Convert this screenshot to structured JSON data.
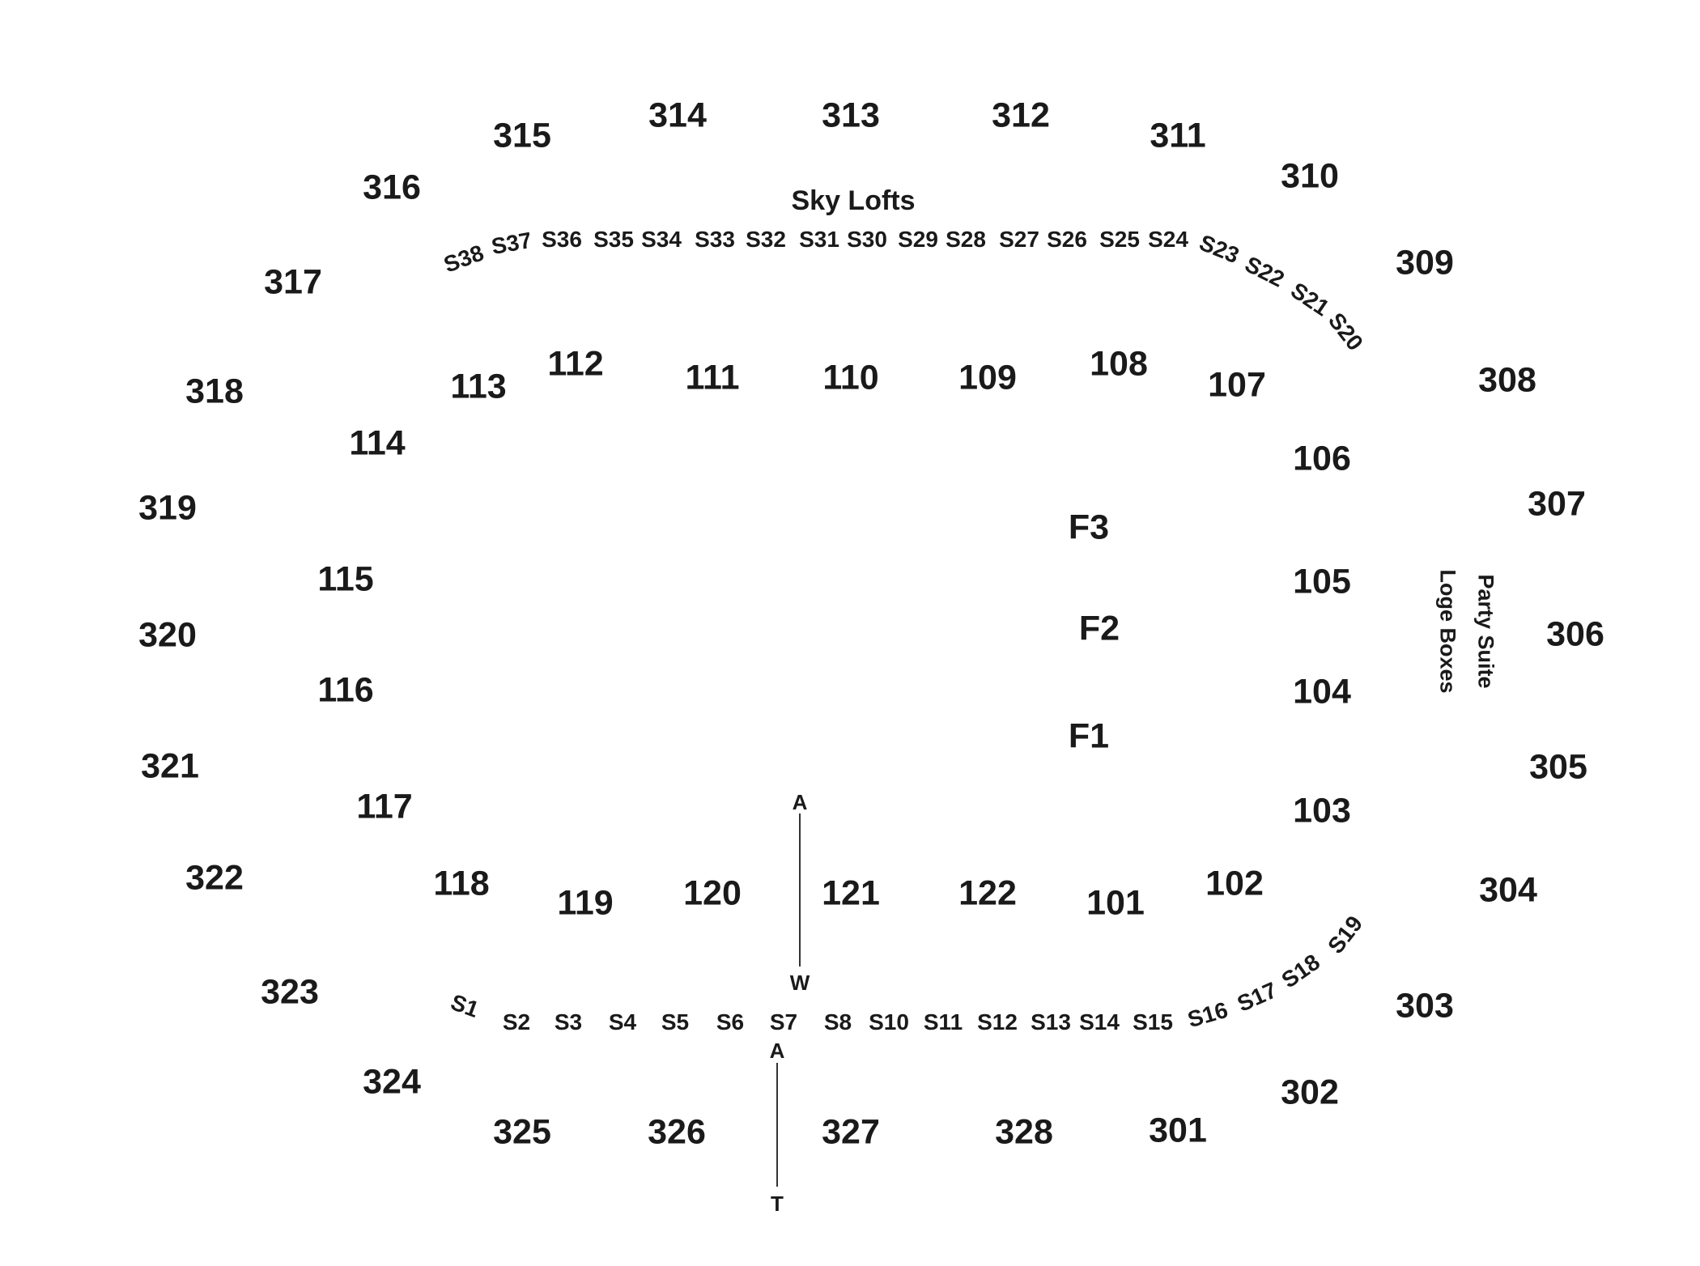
{
  "colors": {
    "background": "#ffffff",
    "text": "#1a1a1a",
    "line": "#333333"
  },
  "sky_lofts_label": "Sky Lofts",
  "side_labels": [
    "Party Suite",
    "Loge Boxes"
  ],
  "sections_300": [
    "301",
    "302",
    "303",
    "304",
    "305",
    "306",
    "307",
    "308",
    "309",
    "310",
    "311",
    "312",
    "313",
    "314",
    "315",
    "316",
    "317",
    "318",
    "319",
    "320",
    "321",
    "322",
    "323",
    "324",
    "325",
    "326",
    "327",
    "328"
  ],
  "sections_100": [
    "101",
    "102",
    "103",
    "104",
    "105",
    "106",
    "107",
    "108",
    "109",
    "110",
    "111",
    "112",
    "113",
    "114",
    "115",
    "116",
    "117",
    "118",
    "119",
    "120",
    "121",
    "122"
  ],
  "floor_sections": [
    "F1",
    "F2",
    "F3"
  ],
  "suites_top": [
    "S38",
    "S37",
    "S36",
    "S35",
    "S34",
    "S33",
    "S32",
    "S31",
    "S30",
    "S29",
    "S28",
    "S27",
    "S26",
    "S25",
    "S24",
    "S23",
    "S22",
    "S21",
    "S20"
  ],
  "suites_bottom": [
    "S1",
    "S2",
    "S3",
    "S4",
    "S5",
    "S6",
    "S7",
    "S8",
    "S10",
    "S11",
    "S12",
    "S13",
    "S14",
    "S15",
    "S16",
    "S17",
    "S18",
    "S19"
  ],
  "aisle_upper": [
    "A",
    "W"
  ],
  "aisle_lower": [
    "A",
    "T"
  ]
}
